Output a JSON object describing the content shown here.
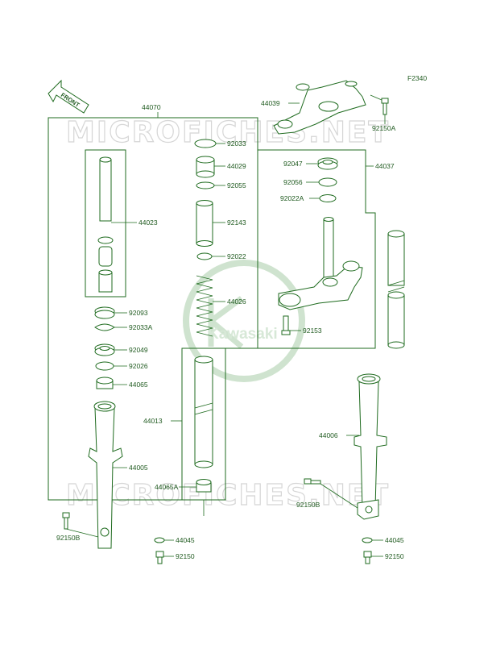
{
  "figure_code": "F2340",
  "direction_arrow": {
    "text": "FRONT",
    "icon": "front-arrow-icon"
  },
  "watermarks": [
    "MICROFICHES.NET",
    "MICROFICHES.NET"
  ],
  "logo_text": "Kawasaki",
  "colors": {
    "line": "#1f6b1f",
    "text": "#1f5a1f",
    "watermark": "#d6d6d6",
    "background": "#ffffff"
  },
  "labels": {
    "l44070": "44070",
    "l44023": "44023",
    "l92033": "92033",
    "l44029": "44029",
    "l92055": "92055",
    "l92143": "92143",
    "l92022": "92022",
    "l44026": "44026",
    "l92093": "92093",
    "l92033A": "92033A",
    "l92049": "92049",
    "l92026": "92026",
    "l44065": "44065",
    "l44013": "44013",
    "l44005": "44005",
    "l44065A": "44065A",
    "l92150B_left": "92150B",
    "l44045_left": "44045",
    "l92150_left": "92150",
    "l44039": "44039",
    "l92150A": "92150A",
    "l92047": "92047",
    "l92056": "92056",
    "l92022A": "92022A",
    "l44037": "44037",
    "l92153": "92153",
    "l44006": "44006",
    "l92150B_right": "92150B",
    "l44045_right": "44045",
    "l92150_right": "92150"
  }
}
